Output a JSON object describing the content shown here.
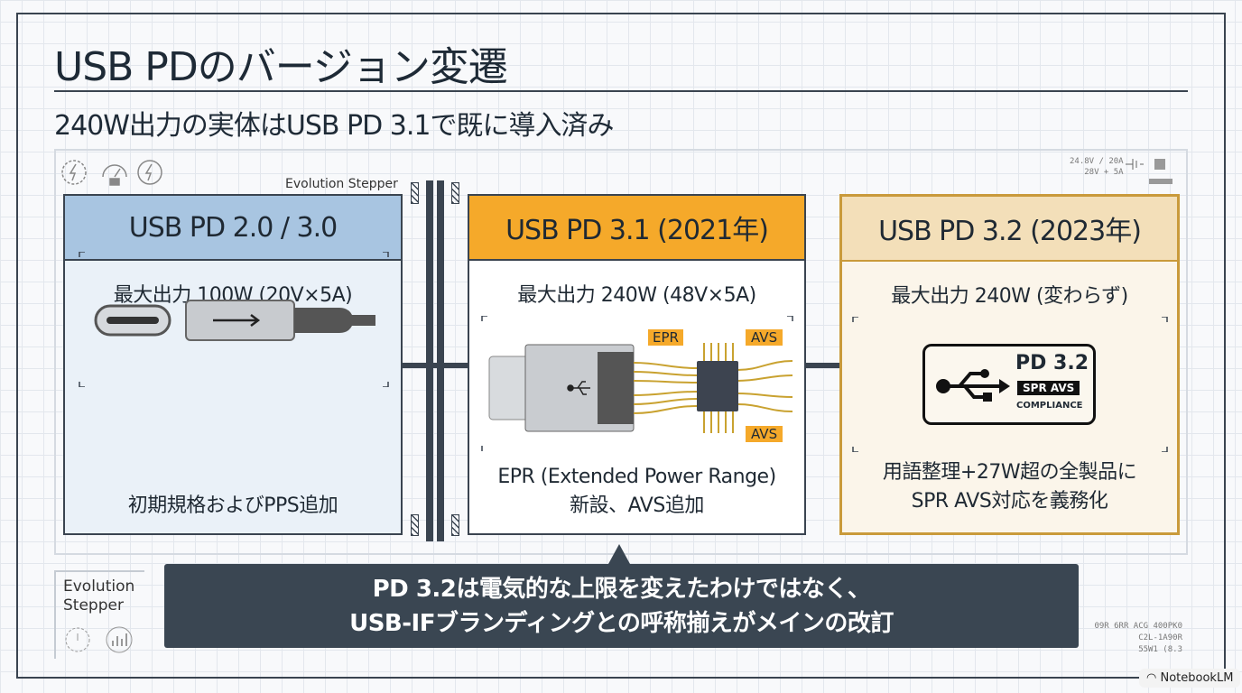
{
  "title": "USB PDのバージョン変遷",
  "subtitle": "240W出力の実体はUSB PD 3.1で既に導入済み",
  "diagram_label": "Evolution Stepper",
  "cards": [
    {
      "header": "USB PD 2.0 / 3.0",
      "spec": "最大出力 100W (20V×5A)",
      "note": [
        "初期規格およびPPS追加"
      ],
      "color": "#a8c5e1"
    },
    {
      "header": "USB PD 3.1 (2021年)",
      "spec": "最大出力 240W (48V×5A)",
      "note": [
        "EPR (Extended Power Range)",
        "新設、AVS追加"
      ],
      "chip_labels": [
        "EPR",
        "AVS",
        "AVS"
      ],
      "color": "#f5a92a"
    },
    {
      "header": "USB PD 3.2 (2023年)",
      "spec": "最大出力 240W (変わらず)",
      "note": [
        "用語整理+27W超の全製品に",
        "SPR AVS対応を義務化"
      ],
      "badge": {
        "title": "PD 3.2",
        "tag": "SPR AVS",
        "sub": "COMPLIANCE"
      },
      "color": "#c99a3b"
    }
  ],
  "callout": [
    "PD 3.2は電気的な上限を変えたわけではなく、",
    "USB-IFブランディングとの呼称揃えがメインの改訂"
  ],
  "corner_label": [
    "Evolution",
    "Stepper"
  ],
  "deco_top_right": [
    "24.8V / 20A",
    "28V + 5A"
  ],
  "deco_bottom_right": [
    "09R 6RR ACG 400PK0",
    "C2L-1A90R",
    "55W1 (8.3"
  ],
  "watermark": "NotebookLM"
}
